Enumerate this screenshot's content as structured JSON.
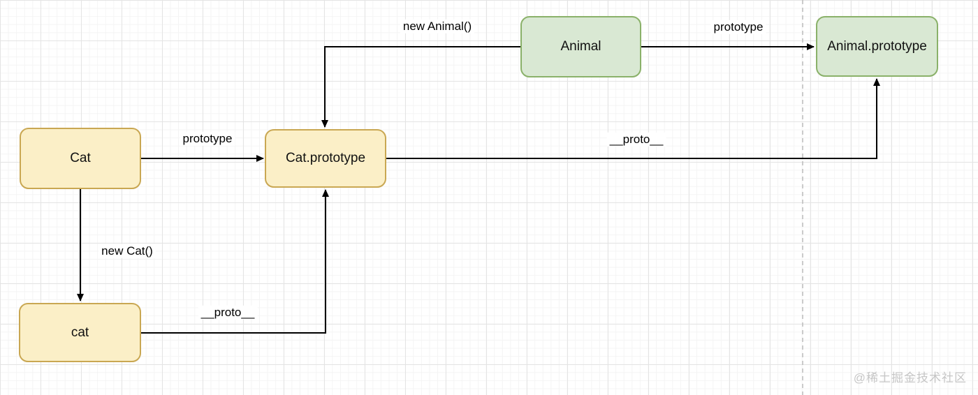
{
  "diagram": {
    "nodes": [
      {
        "id": "cat-constructor",
        "label": "Cat",
        "color": "yellow"
      },
      {
        "id": "cat-prototype",
        "label": "Cat.prototype",
        "color": "yellow"
      },
      {
        "id": "cat-instance",
        "label": "cat",
        "color": "yellow"
      },
      {
        "id": "animal-constructor",
        "label": "Animal",
        "color": "green"
      },
      {
        "id": "animal-prototype",
        "label": "Animal.prototype",
        "color": "green"
      }
    ],
    "edges": [
      {
        "from": "Cat",
        "to": "Cat.prototype",
        "label": "prototype"
      },
      {
        "from": "Animal",
        "to": "Cat.prototype",
        "label": "new Animal()"
      },
      {
        "from": "Animal",
        "to": "Animal.prototype",
        "label": "prototype"
      },
      {
        "from": "Cat",
        "to": "cat",
        "label": "new Cat()"
      },
      {
        "from": "cat",
        "to": "Cat.prototype",
        "label": "__proto__"
      },
      {
        "from": "Cat.prototype",
        "to": "Animal.prototype",
        "label": "__proto__"
      }
    ],
    "colors": {
      "yellow_fill": "#FBEFC7",
      "yellow_border": "#C9A752",
      "green_fill": "#D9E8D3",
      "green_border": "#8AB169",
      "line": "#000000",
      "grid_major": "#E4E4E4",
      "grid_minor": "#F4F4F4",
      "dashed_guide": "#BBBBBB"
    }
  },
  "watermark": {
    "text": "@稀土掘金技术社区",
    "color": "#C6C6C6"
  }
}
